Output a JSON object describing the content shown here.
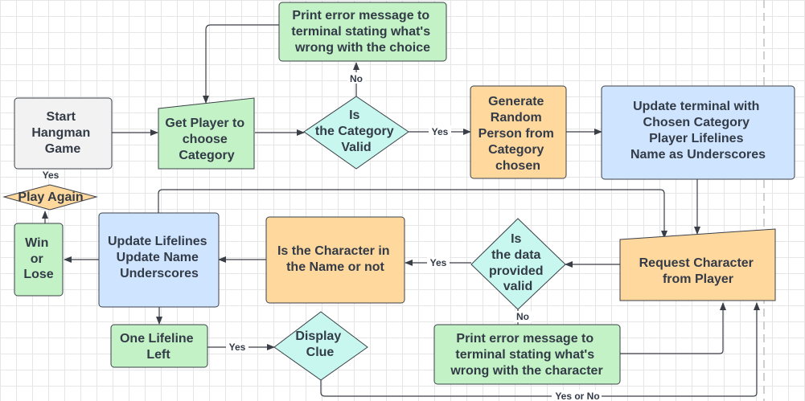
{
  "nodes": {
    "start": [
      "Start",
      "Hangman",
      "Game"
    ],
    "get_category": [
      "Get Player to",
      "choose",
      "Category"
    ],
    "category_valid": [
      "Is",
      "the Category",
      "Valid"
    ],
    "category_error": [
      "Print error message to",
      "terminal stating what's",
      "wrong with the choice"
    ],
    "generate_person": [
      "Generate",
      "Random",
      "Person from",
      "Category",
      "chosen"
    ],
    "update_terminal": [
      "Update terminal with",
      "Chosen Category",
      "Player Lifelines",
      "Name as Underscores"
    ],
    "request_character": [
      "Request Character",
      "from Player"
    ],
    "data_valid": [
      "Is",
      "the data",
      "provided",
      "valid"
    ],
    "character_error": [
      "Print error message to",
      "terminal stating what's",
      "wrong with the character"
    ],
    "in_name": [
      "Is the Character in",
      "the Name or not"
    ],
    "update_lifelines": [
      "Update Lifelines",
      "Update Name",
      "Underscores"
    ],
    "win_lose": [
      "Win",
      "or",
      "Lose"
    ],
    "play_again": [
      "Play Again"
    ],
    "one_lifeline": [
      "One Lifeline",
      "Left"
    ],
    "display_clue": [
      "Display",
      "Clue"
    ]
  },
  "edge_labels": {
    "category_no": "No",
    "category_yes": "Yes",
    "data_yes": "Yes",
    "data_no": "No",
    "play_again_yes": "Yes",
    "lifeline_yes": "Yes",
    "clue_loop": "Yes or No"
  },
  "colors": {
    "blue": "#cfe4ff",
    "green": "#c3f2c6",
    "orange": "#ffd89e",
    "teal": "#c7f7ee",
    "gray": "#f2f2f2",
    "stroke": "#3a3f47"
  }
}
